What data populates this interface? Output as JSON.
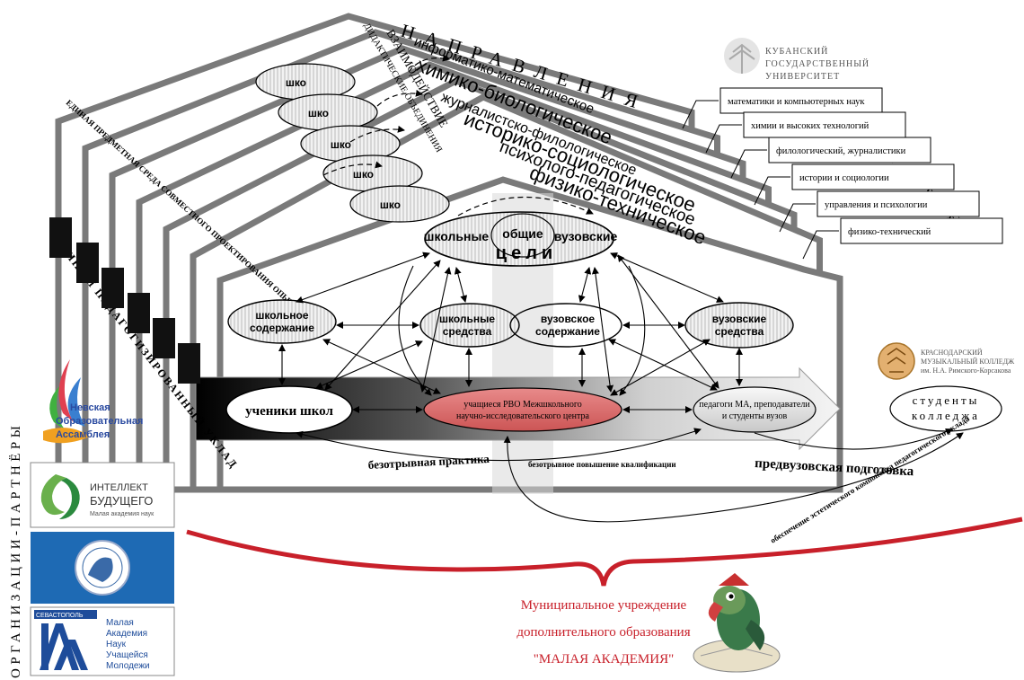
{
  "header": {
    "directions_title": "НАПРАВЛЕНИЯ",
    "faculties_title": "ФАКУЛЬТЕТЫ",
    "partners_title": "ОРГАНИЗАЦИИ-ПАРТНЁРЫ"
  },
  "directions": [
    "информатико-математическое",
    "химико-биологическое",
    "журналистско-филологическое",
    "историко-социологическое",
    "психолого-педагогическое",
    "физико-техническое"
  ],
  "partial_labels": [
    "шко",
    "шко",
    "шко",
    "шко",
    "шко"
  ],
  "arch_labels": {
    "line1": "ВЗАИМОДЕЙСТВИЕ",
    "line2": "ДИДАКТИЧЕСКИЕ ОБЪЕДИНЕНИЯ"
  },
  "side_labels": {
    "environment": "ЕДИНАЯ ПРЕДМЕТНАЯ СРЕДА СОВМЕСТНОГО ПРОЕКТИРОВАНИЯ ОПЫТА",
    "structure": "ЕДИНЫЙ ПЕДАГОГИЗИРОВАННЫЙ УКЛАД"
  },
  "university": {
    "name_line1": "КУБАНСКИЙ",
    "name_line2": "ГОСУДАРСТВЕННЫЙ",
    "name_line3": "УНИВЕРСИТЕТ",
    "faculties": [
      "математики и компьютерных наук",
      "химии и высоких технологий",
      "филологический, журналистики",
      "истории и социологии",
      "управления и психологии",
      "физико-технический"
    ]
  },
  "goals": {
    "school": "школьные",
    "common": "общие",
    "university": "вузовские",
    "caption": "цели"
  },
  "nodes": {
    "school_content": [
      "школьное",
      "содержание"
    ],
    "school_means": [
      "школьные",
      "средства"
    ],
    "university_content": [
      "вузовское",
      "содержание"
    ],
    "university_means": [
      "вузовские",
      "средства"
    ],
    "school_students": "ученики школ",
    "center_students": [
      "учащиеся РВО Межшкольного",
      "научно-исследовательского центра"
    ],
    "teachers": [
      "педагоги МА, преподаватели",
      "и студенты вузов"
    ],
    "college_students": [
      "студенты",
      "колледжа"
    ]
  },
  "flows": {
    "practice": "безотрывная практика",
    "qualification": "безотрывное повышение квалификации",
    "preuniversity": "предвузовская подготовка",
    "aesthetic": "обеспечение эстетического компонента педагогического уклада"
  },
  "college": {
    "line1": "КРАСНОДАРСКИЙ",
    "line2": "МУЗЫКАЛЬНЫЙ КОЛЛЕДЖ",
    "line3": "им. Н.А. Римского-Корсакова"
  },
  "partners": {
    "nevskaya": [
      "Невская",
      "Образовательная",
      "Ассамблея"
    ],
    "intellect": [
      "ИНТЕЛЛЕКТ",
      "БУДУЩЕГО",
      "Малая академия наук"
    ],
    "sevastopol_top": "СЕВАСТОПОЛЬ",
    "sevastopol": [
      "Малая",
      "Академия",
      "Наук",
      "Учащейся",
      "Молодежи"
    ]
  },
  "footer": {
    "line1": "Муниципальное учреждение",
    "line2": "дополнительного образования",
    "line3": "\"МАЛАЯ АКАДЕМИЯ\""
  },
  "colors": {
    "frame": "#7a7a7a",
    "center_node": "#e07070",
    "footer_text": "#c8202a",
    "brace": "#c8202a",
    "nevskaya": "#2a4aa0",
    "intellect": "#3a7a3a",
    "sevastopol": "#1e4c9a"
  }
}
